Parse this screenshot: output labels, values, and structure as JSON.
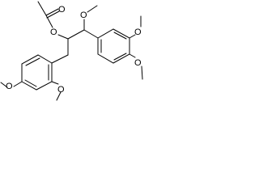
{
  "structure": {
    "kind": "skeletal-formula",
    "line_color": "#000000",
    "background": "#ffffff",
    "atoms": {
      "ester_o_double": "O",
      "ester_o_single": "O",
      "methoxy_top": "O",
      "ring_right_o_upper": "O",
      "ring_right_o_lower": "O",
      "ring_left_o_para": "O",
      "ring_left_o_ortho": "O"
    }
  }
}
